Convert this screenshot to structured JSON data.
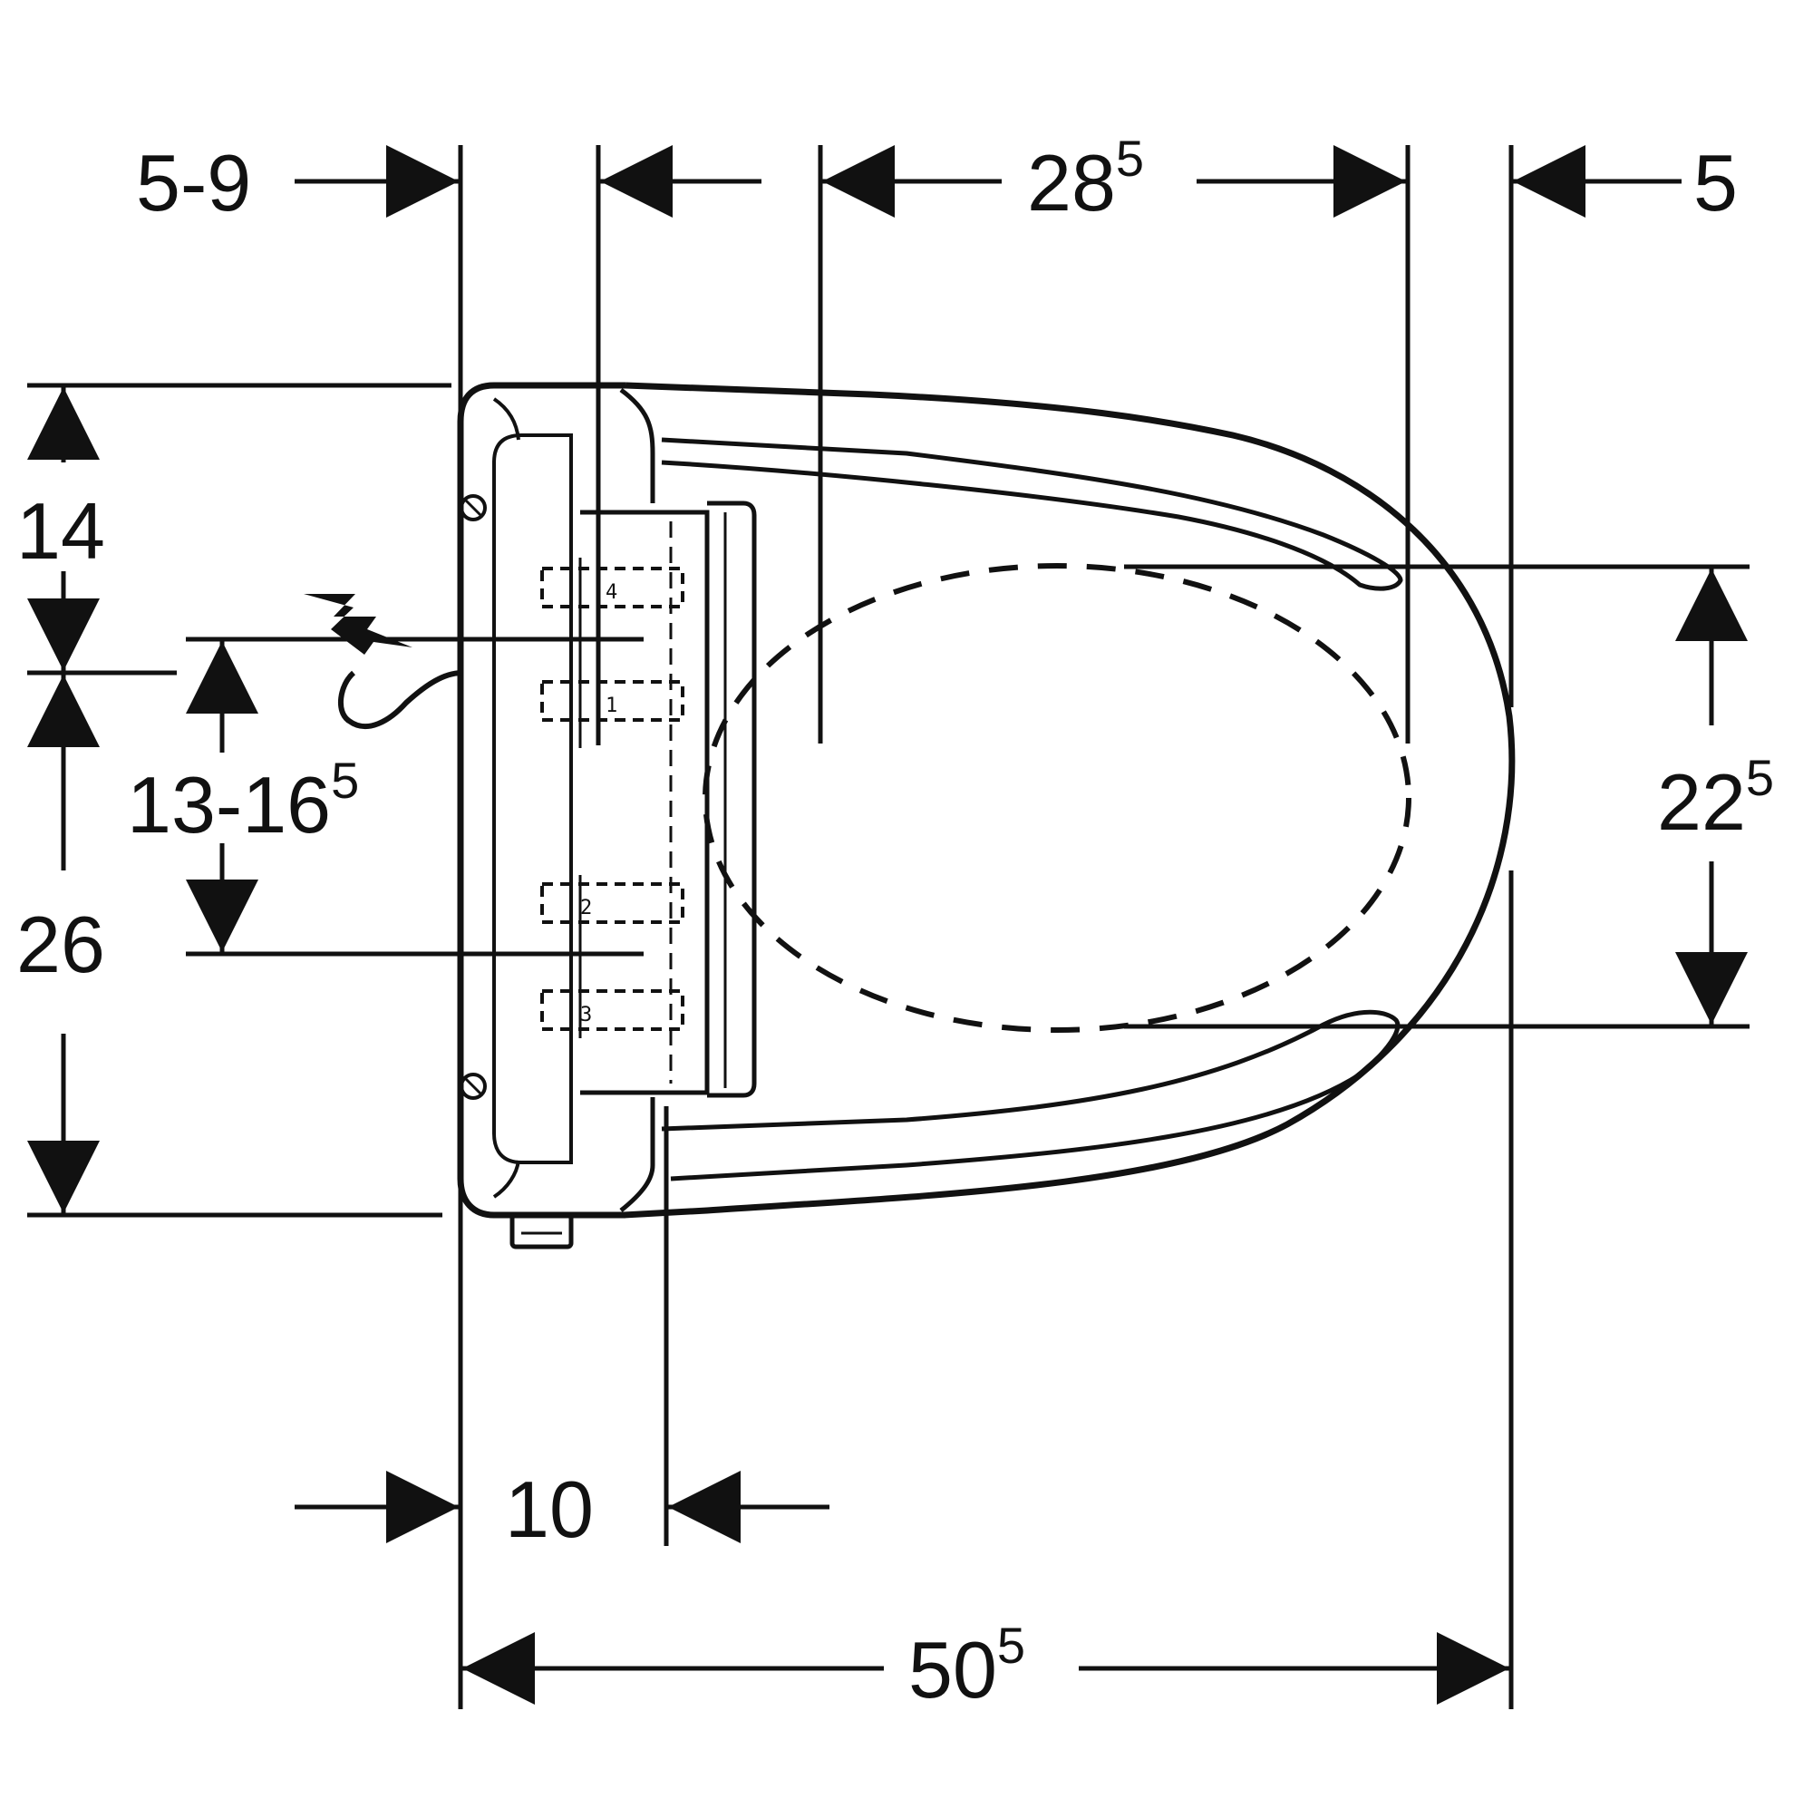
{
  "diagram": {
    "line_color": "#111111",
    "background": "#ffffff",
    "dimensions": {
      "top_left_range": "5-9",
      "top_width": {
        "base": "28",
        "sup": "5"
      },
      "top_right": "5",
      "left_upper": "14",
      "left_lower": "26",
      "connection_height": {
        "base": "13-16",
        "sup": "5"
      },
      "right_height": {
        "base": "22",
        "sup": "5"
      },
      "bottom_offset": "10",
      "bottom_width": {
        "base": "50",
        "sup": "5"
      }
    },
    "hole_labels": {
      "top_pair": [
        "4",
        "1"
      ],
      "bottom_pair": [
        "2",
        "3"
      ]
    },
    "icons": [
      "lightning-bolt-icon",
      "power-cable-icon",
      "arrow-head-icon",
      "screw-icon"
    ]
  }
}
